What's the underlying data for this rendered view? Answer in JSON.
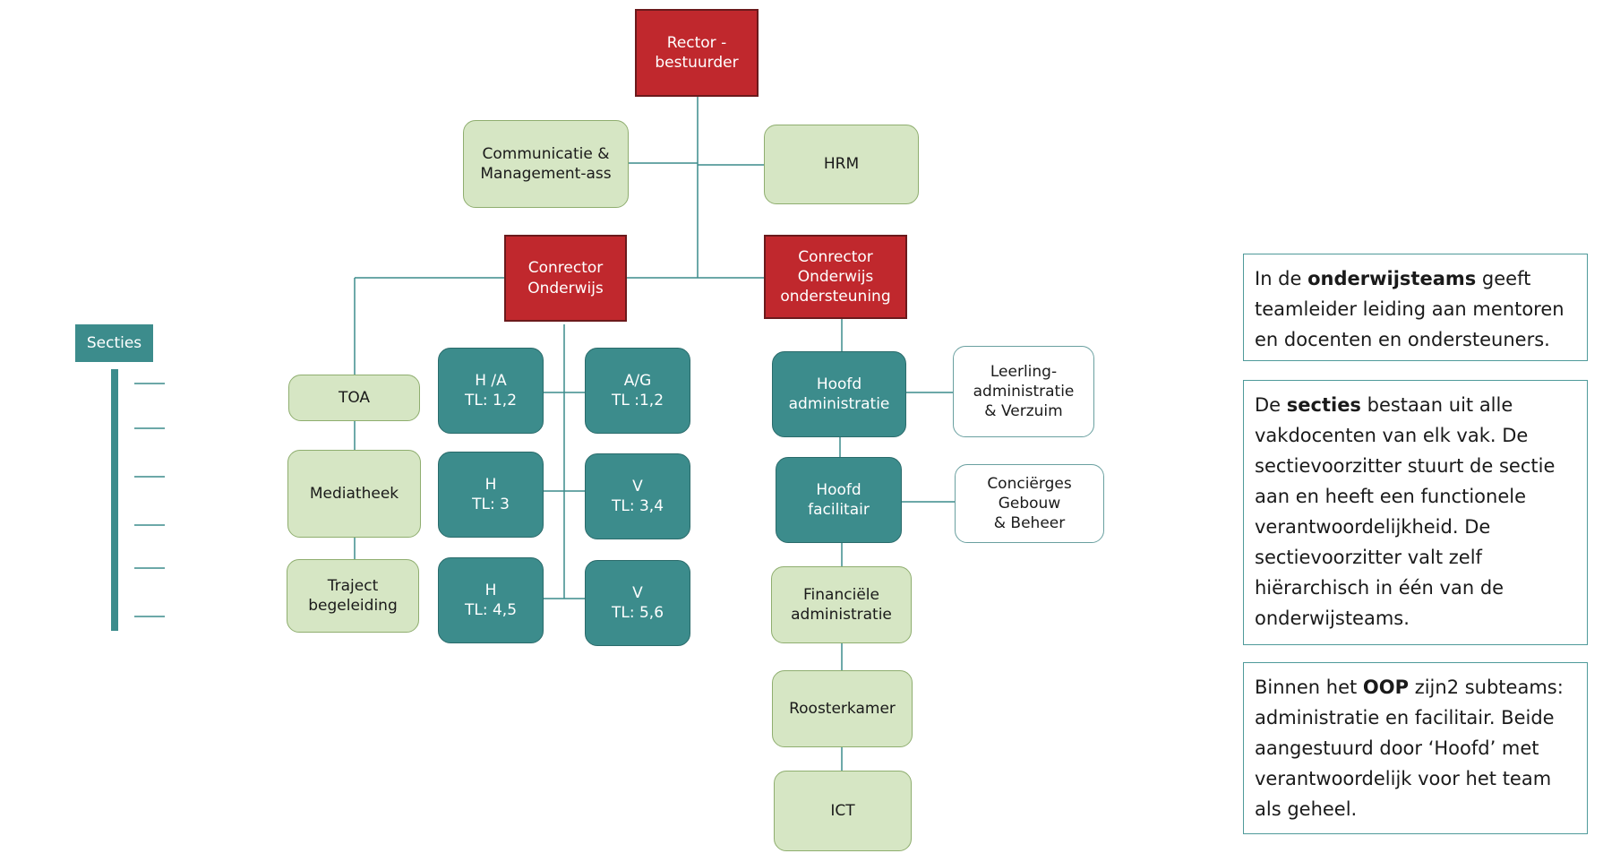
{
  "boxes": {
    "rector": [
      "Rector -",
      "bestuurder"
    ],
    "communicatie": [
      "Communicatie &",
      "Management-ass"
    ],
    "hrm": [
      "HRM"
    ],
    "conrector_onderwijs": [
      "Conrector",
      "Onderwijs"
    ],
    "conrector_ondersteuning": [
      "Conrector",
      "Onderwijs",
      "ondersteuning"
    ],
    "toa": [
      "TOA"
    ],
    "mediatheek": [
      "Mediatheek"
    ],
    "traject": [
      "Traject",
      "begeleiding"
    ],
    "ha": [
      "H /A",
      "TL: 1,2"
    ],
    "ag": [
      "A/G",
      "TL :1,2"
    ],
    "h3": [
      "H",
      "TL: 3"
    ],
    "v34": [
      "V",
      "TL: 3,4"
    ],
    "h45": [
      "H",
      "TL: 4,5"
    ],
    "v56": [
      "V",
      "TL: 5,6"
    ],
    "hoofd_admin": [
      "Hoofd",
      "administratie"
    ],
    "leerling_admin": [
      "Leerling-",
      "administratie",
      "& Verzuim"
    ],
    "hoofd_facilitair": [
      "Hoofd",
      "facilitair"
    ],
    "concierges": [
      "Conciërges",
      "Gebouw",
      "& Beheer"
    ],
    "financiele": [
      "Financiële",
      "administratie"
    ],
    "roosterkamer": [
      "Roosterkamer"
    ],
    "ict": [
      "ICT"
    ]
  },
  "secties_label": "Secties",
  "notes": [
    {
      "pre": "In de ",
      "bold": "onderwijsteams",
      "post": " geeft teamleider leiding aan mentoren en docenten en ondersteuners."
    },
    {
      "pre": "De ",
      "bold": "secties",
      "post": " bestaan uit alle vakdocenten van elk vak. De sectievoorzitter stuurt de sectie aan en heeft een functionele verantwoordelijkheid. De sectievoorzitter valt zelf hiërarchisch in één van de onderwijsteams."
    },
    {
      "pre": "Binnen het ",
      "bold": "OOP",
      "post": " zijn2 subteams: administratie en facilitair. Beide aangestuurd door ‘Hoofd’ met verantwoordelijk voor het team als geheel."
    }
  ],
  "colors": {
    "red": "#c0282d",
    "light_green": "#d6e6c4",
    "teal": "#3c8c8c",
    "line": "#3c8c8c"
  }
}
